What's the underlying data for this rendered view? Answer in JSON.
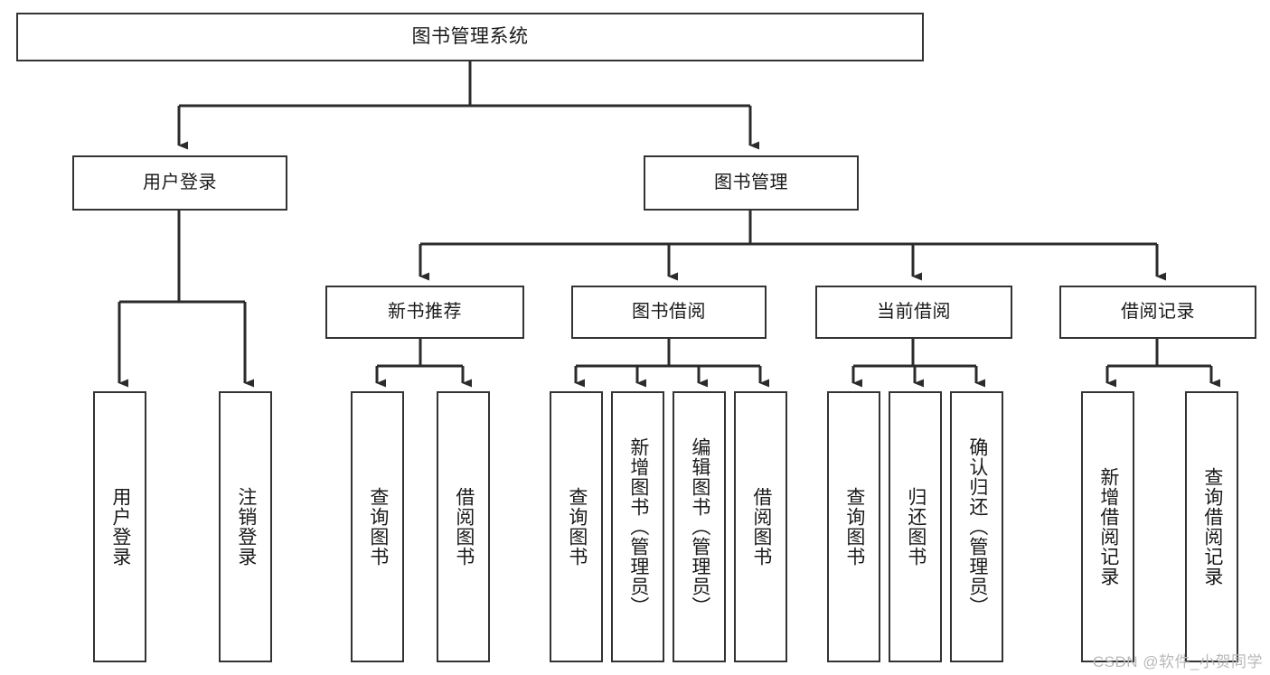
{
  "diagram": {
    "title": "图书管理系统",
    "type": "tree-hierarchy",
    "root": {
      "label": "图书管理系统"
    },
    "level1": [
      {
        "label": "用户登录"
      },
      {
        "label": "图书管理"
      }
    ],
    "level2": [
      {
        "label": "新书推荐"
      },
      {
        "label": "图书借阅"
      },
      {
        "label": "当前借阅"
      },
      {
        "label": "借阅记录"
      }
    ],
    "leaves": {
      "user_login": [
        {
          "label": "用户登录"
        },
        {
          "label": "注销登录"
        }
      ],
      "new_book_recommend": [
        {
          "label": "查询图书"
        },
        {
          "label": "借阅图书"
        }
      ],
      "book_borrow": [
        {
          "label": "查询图书"
        },
        {
          "label": "新增图书（管理员）"
        },
        {
          "label": "编辑图书（管理员）"
        },
        {
          "label": "借阅图书"
        }
      ],
      "current_borrow": [
        {
          "label": "查询图书"
        },
        {
          "label": "归还图书"
        },
        {
          "label": "确认归还（管理员）"
        }
      ],
      "borrow_record": [
        {
          "label": "新增借阅记录"
        },
        {
          "label": "查询借阅记录"
        }
      ]
    },
    "colors": {
      "stroke": "#333333",
      "box_fill": "#ffffff",
      "text": "#1a1a1a",
      "background": "#ffffff",
      "watermark": "#b9b9b9"
    }
  },
  "watermark": {
    "text": "CSDN @软件_小贺同学"
  }
}
